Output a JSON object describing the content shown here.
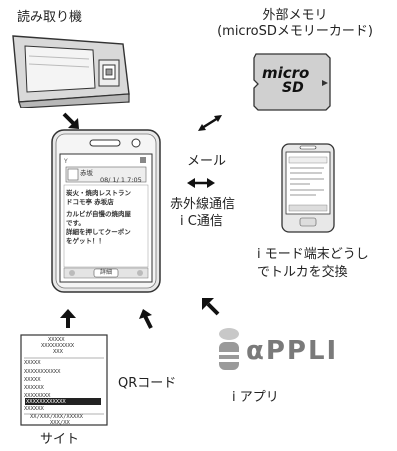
{
  "labels": {
    "reader": "読み取り機",
    "external_memory_line1": "外部メモリ",
    "external_memory_line2": "(microSDメモリーカード)",
    "mail": "メール",
    "infrared_line1": "赤外線通信",
    "infrared_line2": "i C通信",
    "imode_line1": "i モード端末どうし",
    "imode_line2": "でトルカを交換",
    "qr_code": "QRコード",
    "iappli": "i アプリ",
    "site": "サイト"
  },
  "phone_screen": {
    "title": "赤坂",
    "date": "08/ 1/ 1 7:05",
    "line1": "炭火・焼肉レストラン",
    "line2": "ドコモ亭 赤坂店",
    "line3": "カルビが自慢の焼肉屋",
    "line4": "です。",
    "line5": "詳細を押してクーポン",
    "line6": "をゲット！！",
    "button": "詳細"
  },
  "microsd_logo": {
    "top": "micro",
    "bottom": "SD"
  },
  "appli_logo": "αPPLI",
  "site_page": {
    "header1": "XXXXX",
    "header2": "XXXXXXXXXX",
    "header3": "XXX",
    "item0": "XXXXX",
    "item1": "XXXXXXXXXXX",
    "item2": "XXXXX",
    "item3": "XXXXXX",
    "item4": "XXXXXXXX",
    "item5": "XXXXXXXXXXXX",
    "item6": "XXXXXX",
    "footer1": "XX/XXX/XXX/XXXXX",
    "footer2": "XXX/XX"
  },
  "colors": {
    "outline": "#333333",
    "device_gray": "#cfcfcf",
    "device_light": "#e6e6e6",
    "highlight": "#222222"
  }
}
